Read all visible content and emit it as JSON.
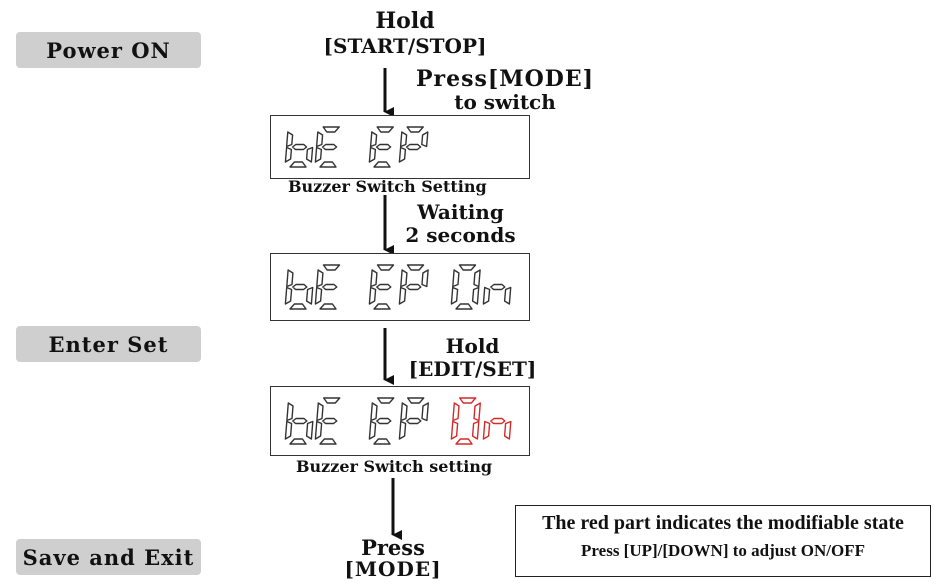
{
  "steps": {
    "power_on": "Power ON",
    "enter_set": "Enter Set",
    "save_exit": "Save and Exit"
  },
  "instructions": {
    "hold_start_1": "Hold",
    "hold_start_2": "[START/STOP]",
    "press_mode_1": "Press[MODE]",
    "press_mode_2": "to switch",
    "waiting_1": "Waiting",
    "waiting_2": "2 seconds",
    "hold_edit_1": "Hold",
    "hold_edit_2": "[EDIT/SET]",
    "press_mode_final_1": "Press",
    "press_mode_final_2": "[MODE]"
  },
  "displays": [
    {
      "text": "bE EP",
      "caption": "Buzzer Switch Setting"
    },
    {
      "text": "bE EP On",
      "caption": ""
    },
    {
      "text": "bE EP On",
      "caption": "Buzzer Switch setting",
      "highlight": "On"
    }
  ],
  "note": {
    "line1": "The red part indicates the modifiable state",
    "line2": "Press [UP]/[DOWN] to adjust ON/OFF"
  },
  "colors": {
    "segment": "#333333",
    "highlight": "#d42a2a",
    "pill": "#cfcfcf"
  }
}
